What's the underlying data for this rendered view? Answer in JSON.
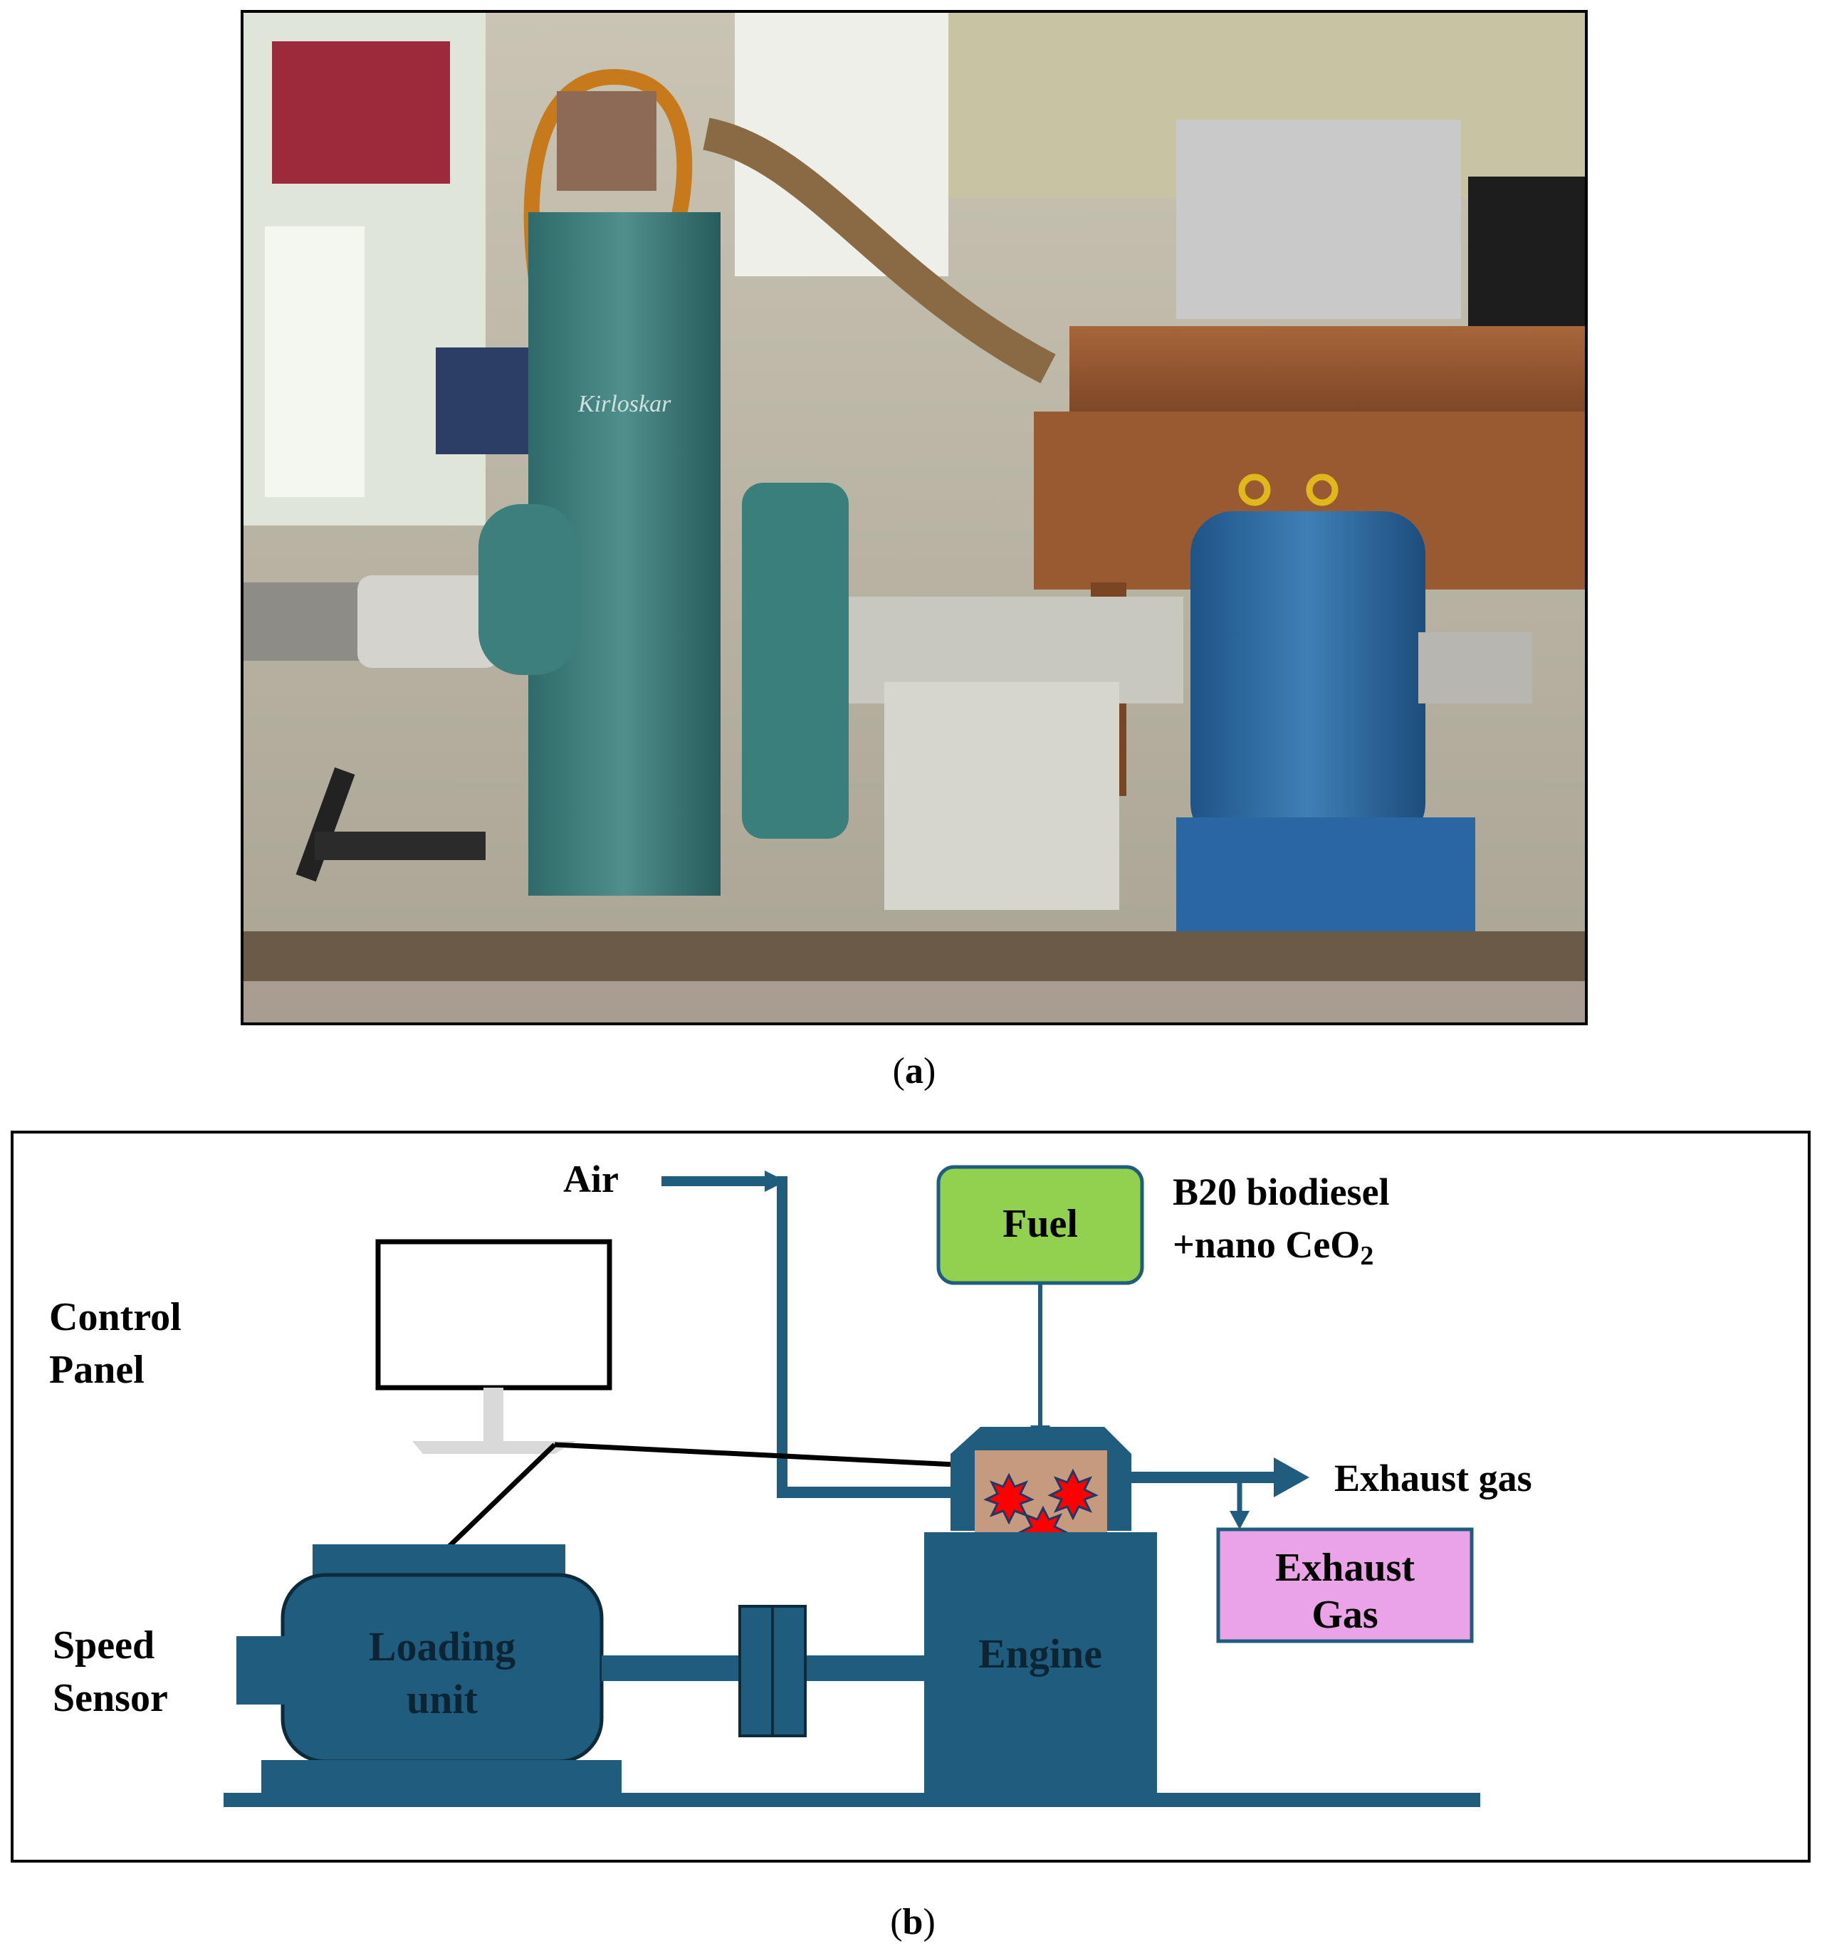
{
  "captions": {
    "a": {
      "open": "(",
      "letter": "a",
      "close": ")"
    },
    "b": {
      "open": "(",
      "letter": "b",
      "close": ")"
    }
  },
  "photo": {
    "engine_brand_text": "Kirloskar"
  },
  "diagram": {
    "labels": {
      "air": "Air",
      "fuel": "Fuel",
      "fuel_type_line1": "B20 biodiesel",
      "fuel_type_line2_prefix": "+nano CeO",
      "fuel_type_line2_subscript": "2",
      "control_panel_line1": "Control",
      "control_panel_line2": "Panel",
      "exhaust_gas_arrow": "Exhaust gas",
      "exhaust_gas_box_line1": "Exhaust",
      "exhaust_gas_box_line2": "Gas",
      "speed_sensor_line1": "Speed",
      "speed_sensor_line2": "Sensor",
      "loading_unit_line1": "Loading",
      "loading_unit_line2": "unit",
      "engine": "Engine"
    },
    "colors": {
      "machine_blue": "#1f5c7e",
      "fuel_green": "#92d050",
      "exhaust_pink": "#e9a3e6",
      "combustion_brown": "#c59a7e",
      "flame_red": "#ff0000"
    }
  }
}
